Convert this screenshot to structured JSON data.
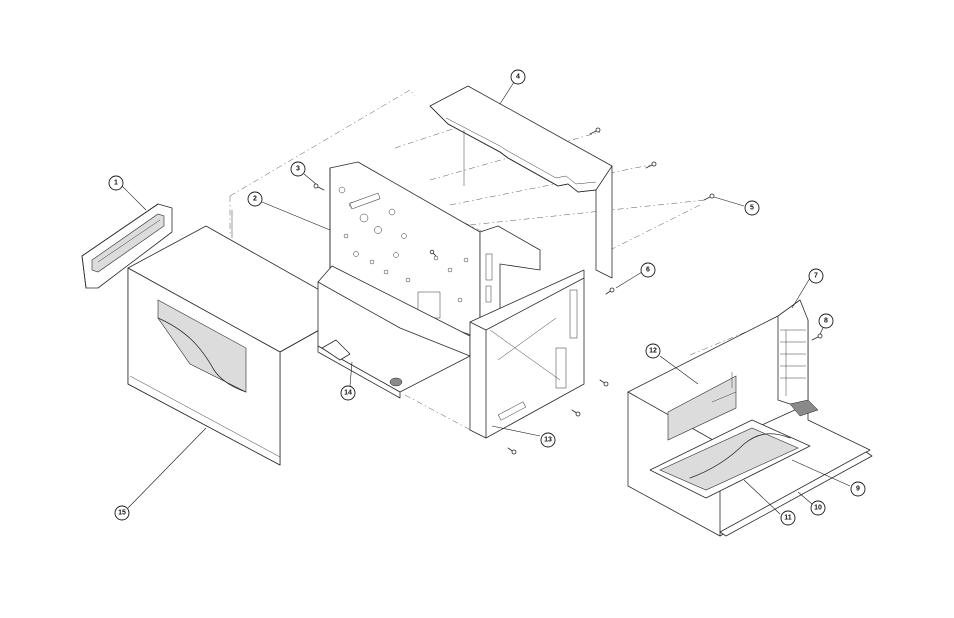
{
  "callouts": [
    {
      "label": "1"
    },
    {
      "label": "2"
    },
    {
      "label": "3"
    },
    {
      "label": "4"
    },
    {
      "label": "5"
    },
    {
      "label": "6"
    },
    {
      "label": "7"
    },
    {
      "label": "8"
    },
    {
      "label": "9"
    },
    {
      "label": "10"
    },
    {
      "label": "11"
    },
    {
      "label": "12"
    },
    {
      "label": "13"
    },
    {
      "label": "14"
    },
    {
      "label": "15"
    }
  ],
  "colors": {
    "line": "#2b2b2b",
    "background": "#ffffff",
    "shade": "#dcdcdc"
  }
}
